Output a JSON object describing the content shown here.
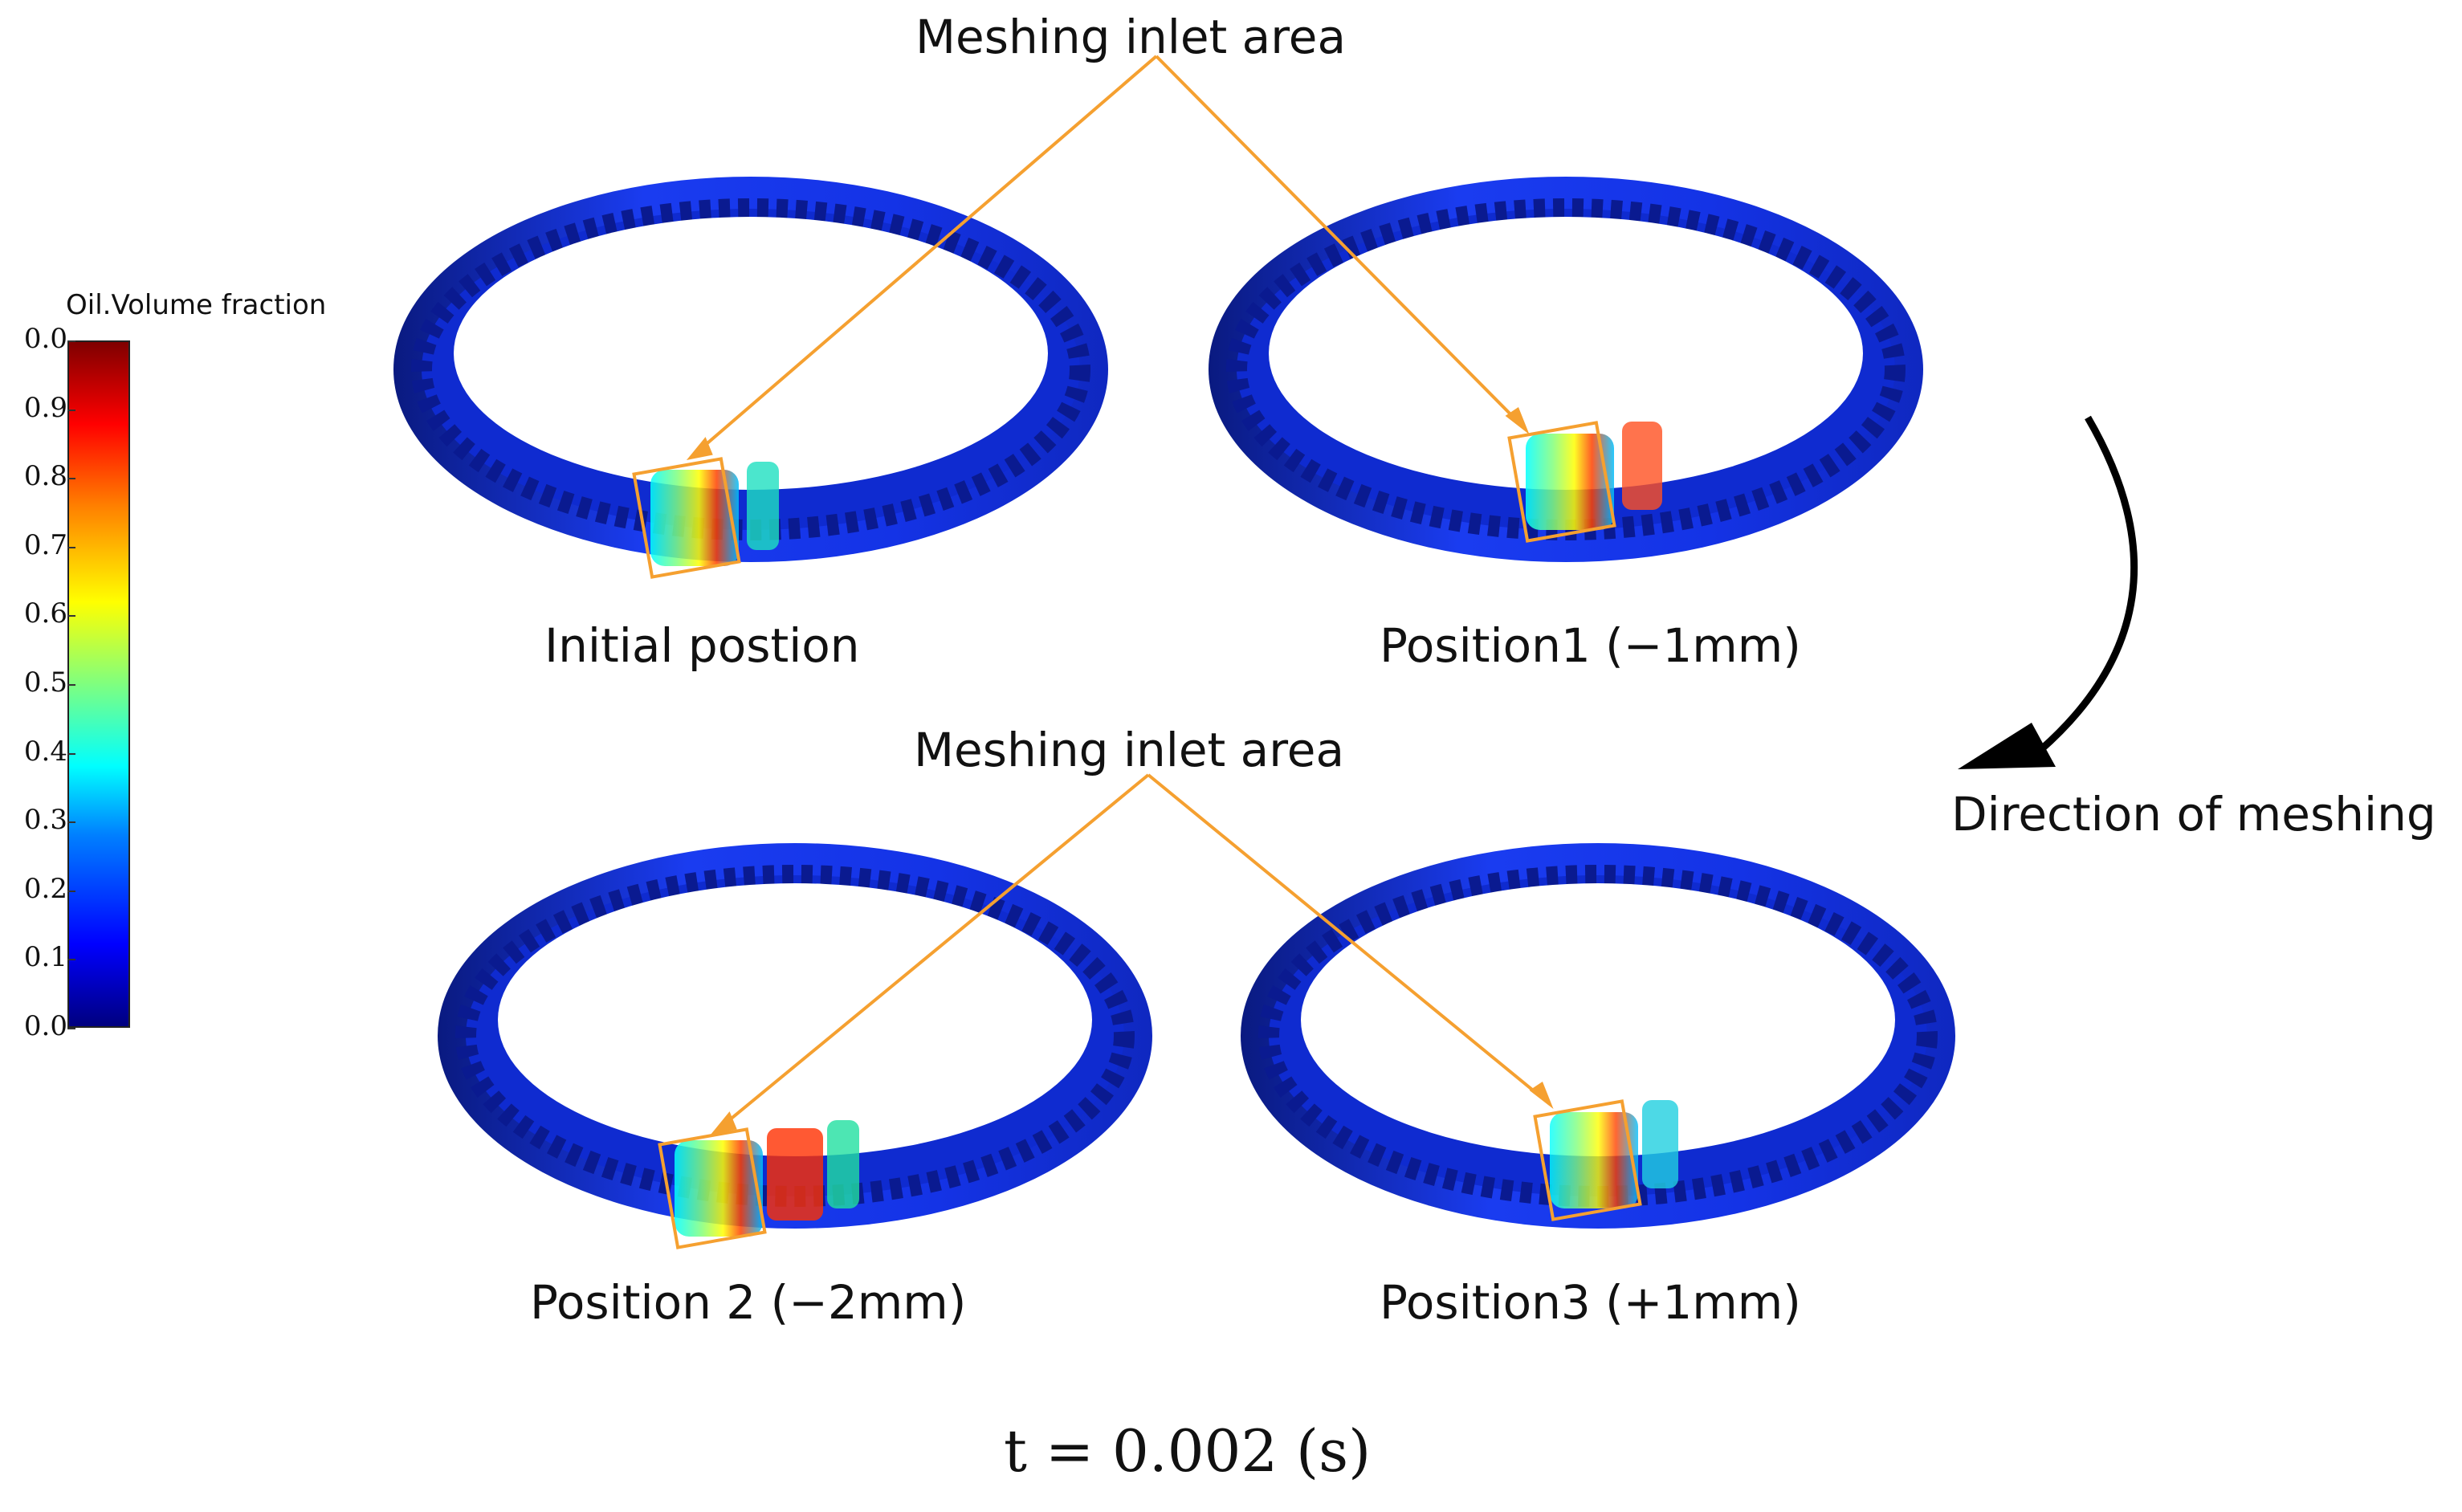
{
  "colorbar": {
    "title": "Oil.Volume fraction",
    "ticks": [
      "0.0",
      "0.9",
      "0.8",
      "0.7",
      "0.6",
      "0.5",
      "0.4",
      "0.3",
      "0.2",
      "0.1",
      "0.0"
    ],
    "colors": [
      "#00007f",
      "#0000ff",
      "#0080ff",
      "#00ffff",
      "#7fff7f",
      "#ffff00",
      "#ff8000",
      "#ff0000",
      "#7f0000"
    ]
  },
  "annotations": {
    "meshing_inlet_top": "Meshing inlet area",
    "meshing_inlet_bottom": "Meshing inlet area",
    "direction": "Direction of meshing"
  },
  "panels": [
    {
      "label": "Initial postion"
    },
    {
      "label": "Position1 (−1mm)"
    },
    {
      "label": "Position 2 (−2mm)"
    },
    {
      "label": "Position3 (+1mm)"
    }
  ],
  "time_label": "t = 0.002 (s)",
  "colors": {
    "gear_blue": "#1433e6",
    "gear_dark": "#0a1a80",
    "callout_orange": "#f5a030",
    "arrow": "#000000"
  }
}
